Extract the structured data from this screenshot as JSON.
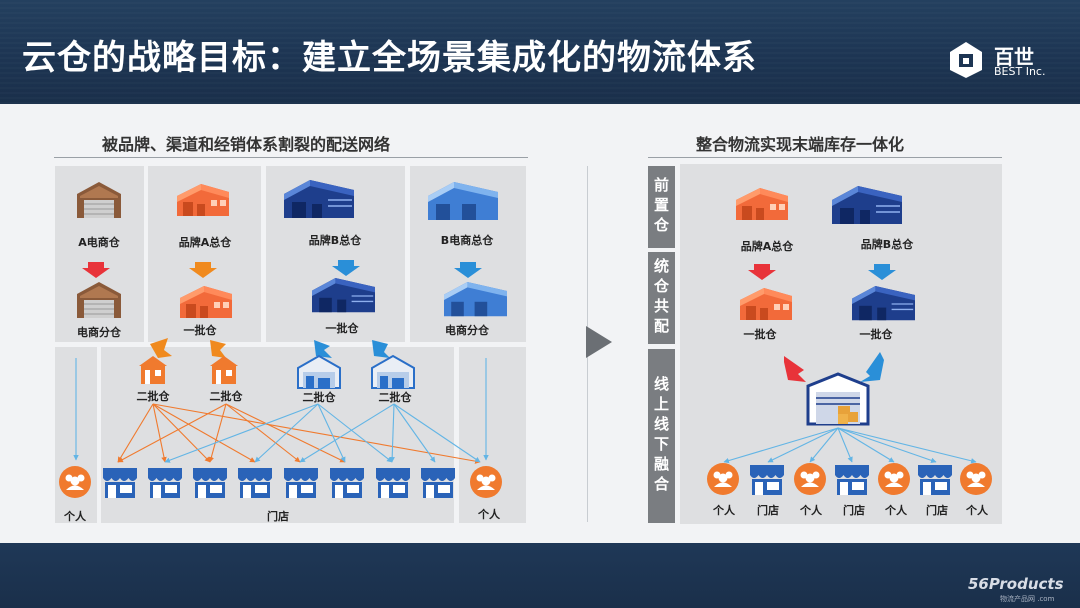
{
  "header": {
    "title": "云仓的战略目标：建立全场景集成化的物流体系"
  },
  "logo": {
    "cn": "百世",
    "en": "BEST Inc."
  },
  "left": {
    "title": "被品牌、渠道和经销体系割裂的配送网络",
    "labels": {
      "a_ecom": "A电商仓",
      "brandA_main": "品牌A总仓",
      "brandB_main": "品牌B总仓",
      "b_ecom_main": "B电商总仓",
      "ecom_sub1": "电商分仓",
      "first1": "一批仓",
      "first2": "一批仓",
      "ecom_sub2": "电商分仓",
      "second1": "二批仓",
      "second2": "二批仓",
      "second3": "二批仓",
      "second4": "二批仓",
      "person1": "个人",
      "stores": "门店",
      "person2": "个人"
    }
  },
  "right": {
    "title": "整合物流实现末端库存一体化",
    "categories": [
      "前置仓",
      "统仓共配",
      "线上线下融合"
    ],
    "labels": {
      "brandA_main": "品牌A总仓",
      "brandB_main": "品牌B总仓",
      "first1": "一批仓",
      "first2": "一批仓",
      "bottom": [
        "个人",
        "门店",
        "个人",
        "门店",
        "个人",
        "门店",
        "个人"
      ]
    }
  },
  "watermark": {
    "main": "56Products",
    "sub": "物流产品网 .com"
  },
  "colors": {
    "orange": "#f07a2e",
    "blue": "#2a8fd8",
    "navy": "#23448f",
    "red": "#e8333a",
    "box": "#dedfe1"
  }
}
